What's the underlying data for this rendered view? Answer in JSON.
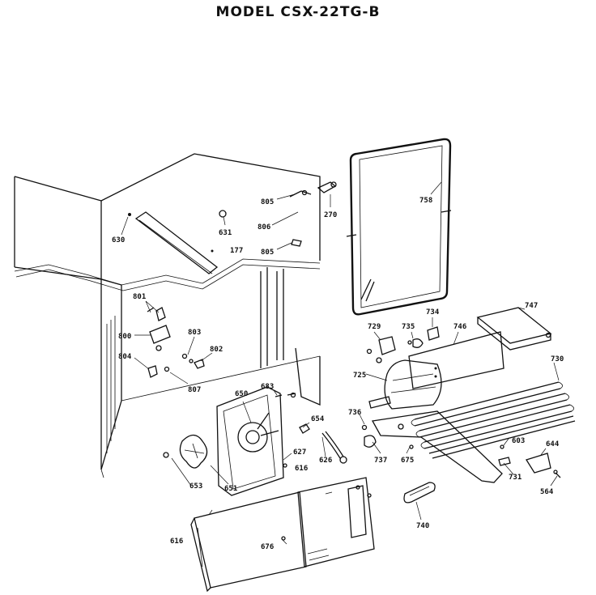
{
  "title": "MODEL CSX-22TG-B",
  "parts": {
    "p630": "630",
    "p631": "631",
    "p177": "177",
    "p805a": "805",
    "p806": "806",
    "p805b": "805",
    "p270": "270",
    "p758": "758",
    "p801": "801",
    "p800": "800",
    "p803": "803",
    "p804": "804",
    "p802": "802",
    "p807": "807",
    "p729": "729",
    "p735": "735",
    "p734": "734",
    "p746": "746",
    "p747": "747",
    "p730": "730",
    "p725": "725",
    "p683": "683",
    "p650": "650",
    "p654": "654",
    "p736": "736",
    "p627": "627",
    "p626": "626",
    "p737": "737",
    "p675": "675",
    "p603": "603",
    "p644": "644",
    "p616a": "616",
    "p653": "653",
    "p651": "651",
    "p731": "731",
    "p564": "564",
    "p740": "740",
    "p616b": "616",
    "p676": "676"
  }
}
